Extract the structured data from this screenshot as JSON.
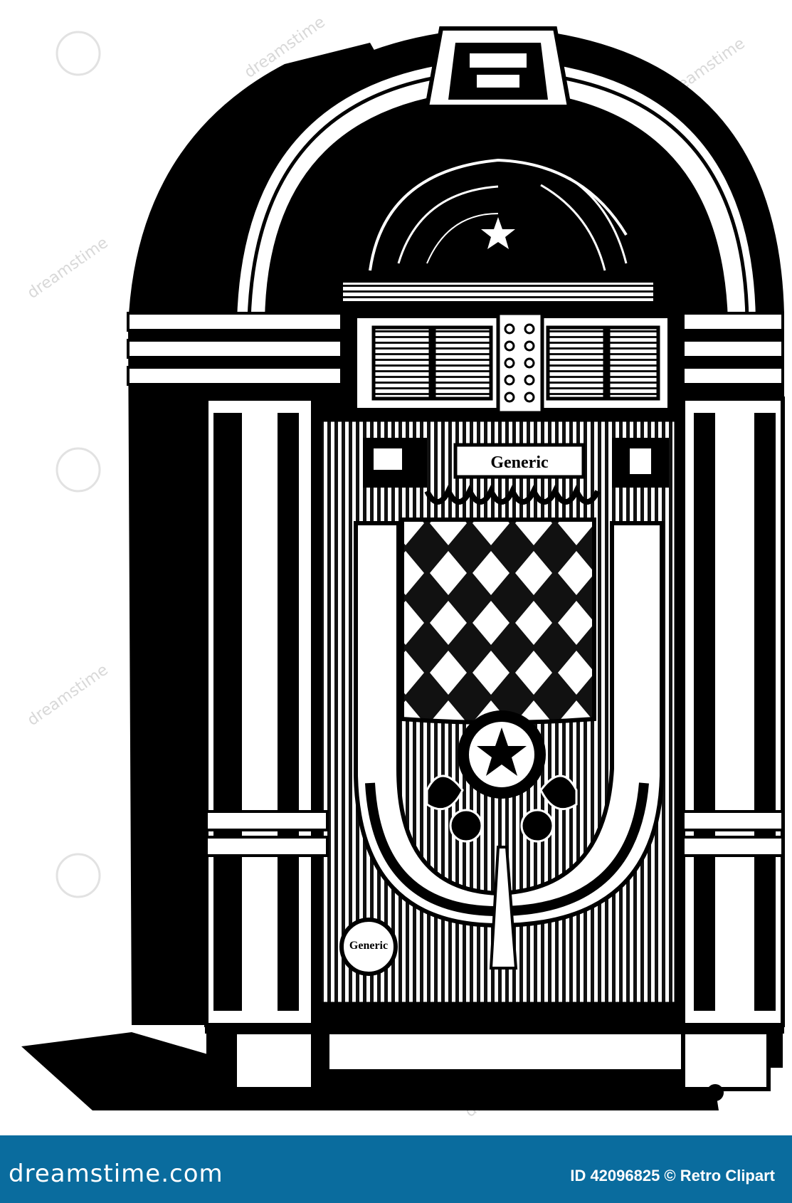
{
  "illustration": {
    "subject": "jukebox",
    "marquee_label": "Generic",
    "badge_label": "Generic",
    "watermark_text": "dreamstime"
  },
  "footer": {
    "brand": "dreamstime.com",
    "credit": "ID 42096825 © Retro Clipart",
    "background_color": "#0a6c9e"
  }
}
